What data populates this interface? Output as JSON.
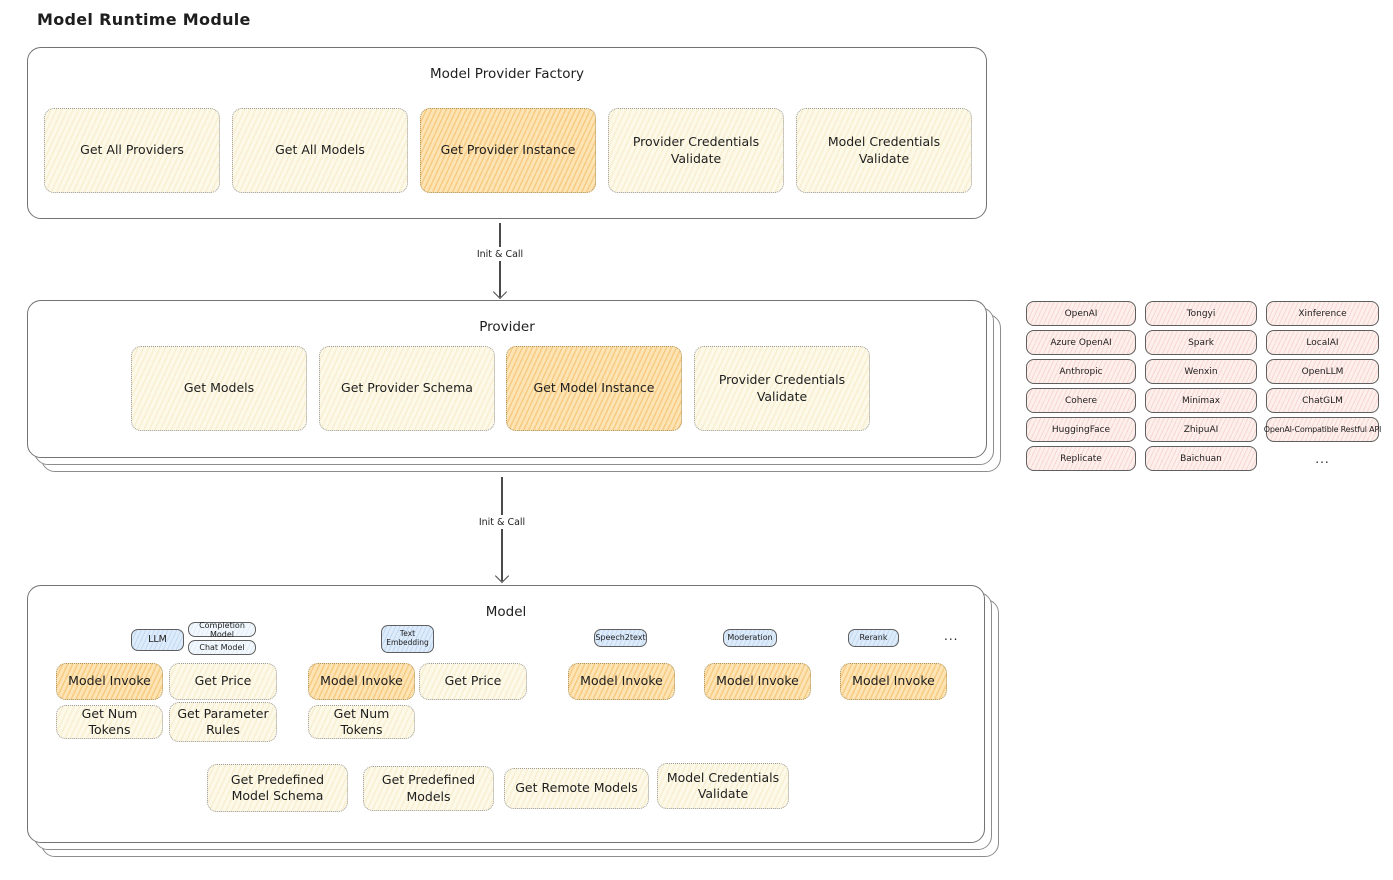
{
  "title": "Model Runtime Module",
  "arrows": {
    "top": "Init & Call",
    "bottom": "Init & Call"
  },
  "factory": {
    "title": "Model Provider Factory",
    "items": [
      {
        "label": "Get All Providers",
        "highlight": false
      },
      {
        "label": "Get All Models",
        "highlight": false
      },
      {
        "label": "Get Provider Instance",
        "highlight": true
      },
      {
        "label": "Provider Credentials Validate",
        "highlight": false
      },
      {
        "label": "Model Credentials Validate",
        "highlight": false
      }
    ]
  },
  "provider": {
    "title": "Provider",
    "items": [
      {
        "label": "Get Models",
        "highlight": false
      },
      {
        "label": "Get Provider Schema",
        "highlight": false
      },
      {
        "label": "Get Model Instance",
        "highlight": true
      },
      {
        "label": "Provider Credentials Validate",
        "highlight": false
      }
    ]
  },
  "providers": {
    "col1": [
      "OpenAI",
      "Azure OpenAI",
      "Anthropic",
      "Cohere",
      "HuggingFace",
      "Replicate"
    ],
    "col2": [
      "Tongyi",
      "Spark",
      "Wenxin",
      "Minimax",
      "ZhipuAI",
      "Baichuan"
    ],
    "col3": [
      "Xinference",
      "LocalAI",
      "OpenLLM",
      "ChatGLM",
      "OpenAI-Compatible Restful API"
    ],
    "more": "..."
  },
  "model": {
    "title": "Model",
    "tags": {
      "llm": "LLM",
      "completion": "Completion Model",
      "chat": "Chat Model",
      "embedding": "Text Embedding",
      "speech": "Speech2text",
      "moderation": "Moderation",
      "rerank": "Rerank",
      "more": "..."
    },
    "ops": {
      "model_invoke": "Model Invoke",
      "get_price": "Get Price",
      "get_num_tokens": "Get Num Tokens",
      "get_parameter_rules": "Get Parameter Rules",
      "get_predefined_model_schema": "Get Predefined Model Schema",
      "get_predefined_models": "Get Predefined Models",
      "get_remote_models": "Get Remote Models",
      "model_credentials_validate": "Model Credentials Validate"
    }
  },
  "colors": {
    "box_cream": "#fdf9e8",
    "box_highlight": "#fce4b4",
    "chip_pink": "#fdefec",
    "chip_blue": "#ddebfa",
    "text": "#1e1e1e",
    "border_gray": "#737373"
  }
}
